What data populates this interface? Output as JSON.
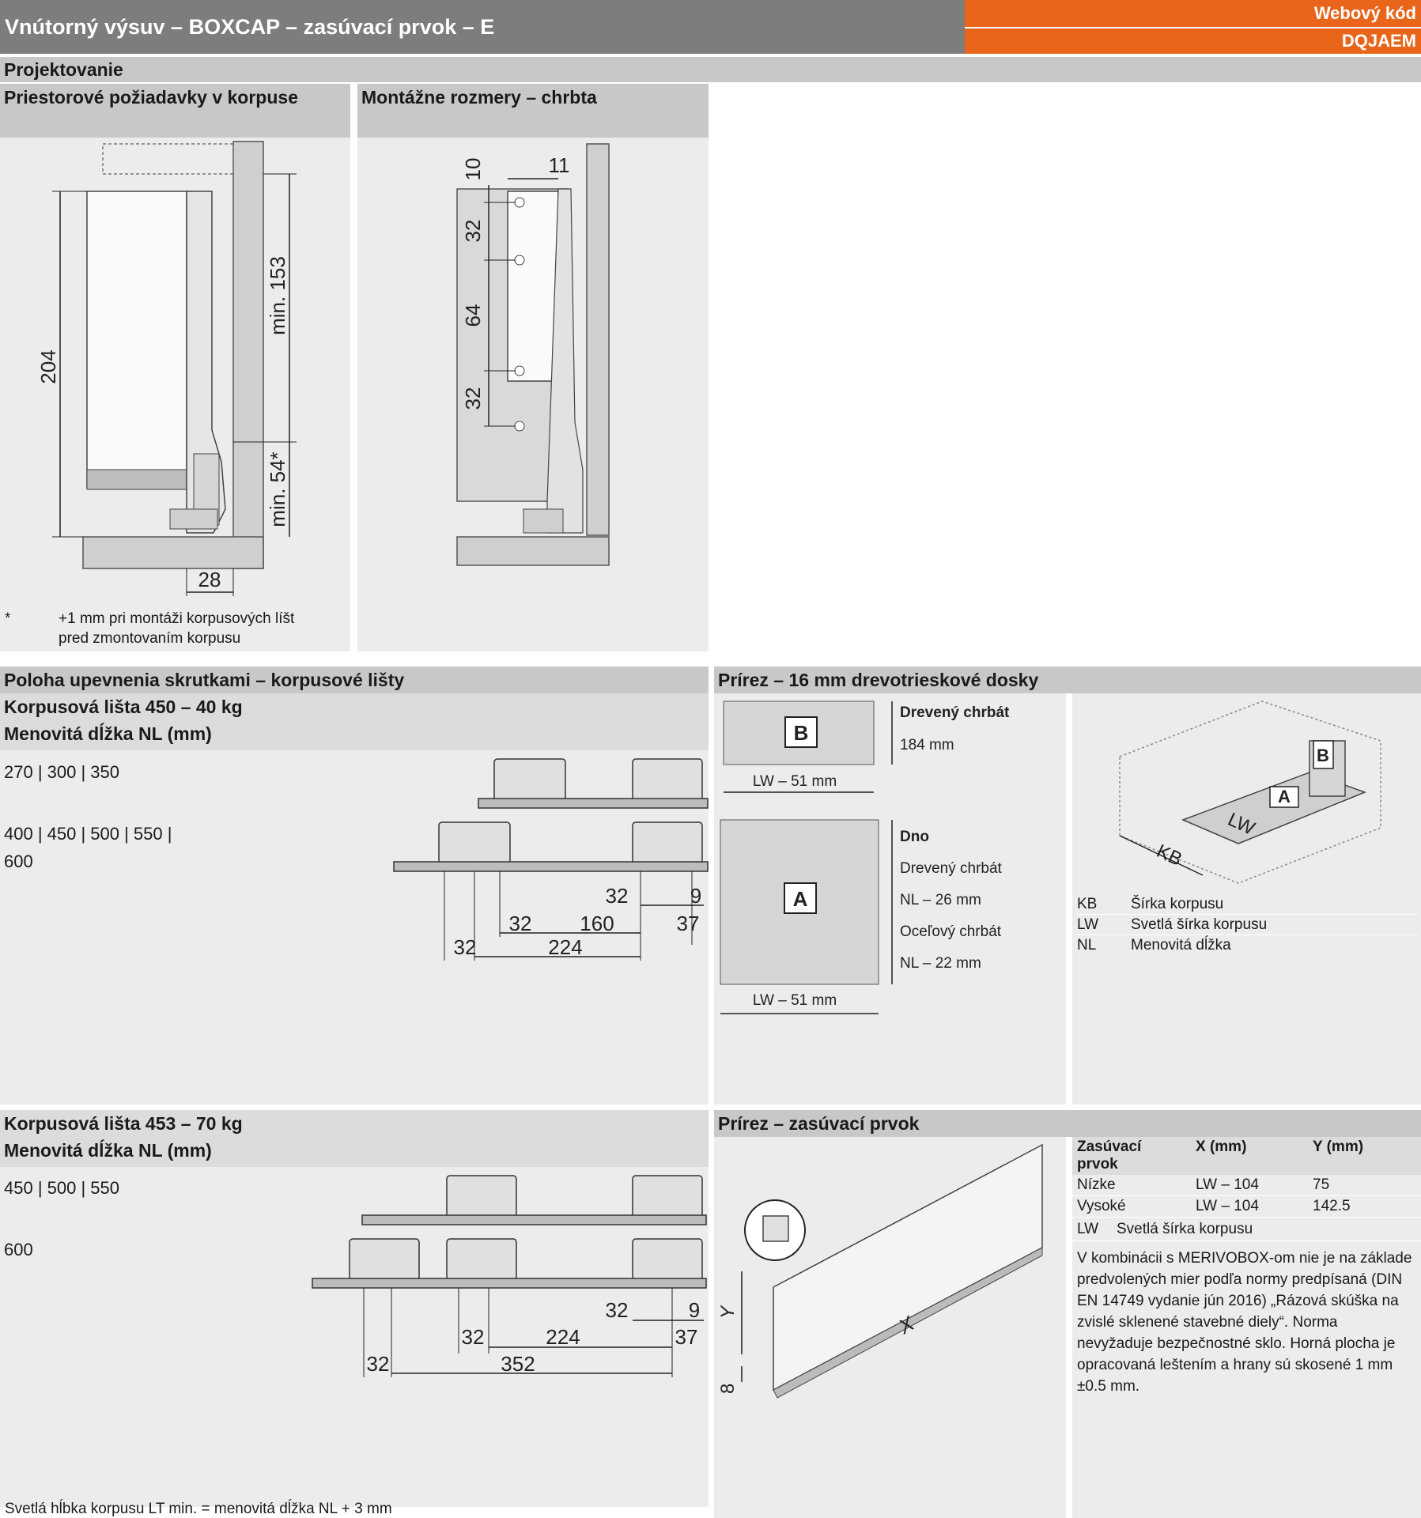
{
  "header": {
    "title": "Vnútorný výsuv – BOXCAP – zasúvací prvok – E",
    "webcode_label": "Webový kód",
    "webcode_value": "DQJAEM"
  },
  "projekt": {
    "section_title": "Projektovanie",
    "left_title": "Priestorové požiadavky v korpuse",
    "right_title": "Montážne rozmery – chrbta",
    "dims_left": [
      "204",
      "min. 153",
      "min. 54*",
      "28"
    ],
    "dims_right": [
      "10",
      "11",
      "32",
      "64",
      "32"
    ],
    "footnote_mark": "*",
    "footnote_line1": "+1 mm pri montáži korpusových líšt",
    "footnote_line2": "pred zmontovaním korpusu"
  },
  "poloha": {
    "section_title": "Poloha upevnenia skrutkami – korpusové lišty",
    "sub1_line1": "Korpusová lišta 450 – 40 kg",
    "sub1_line2": "Menovitá dĺžka NL (mm)",
    "row1": "270 | 300 | 350",
    "row2a": "400 | 450 | 500 | 550 |",
    "row2b": "600",
    "dims1": [
      "32",
      "9",
      "32",
      "160",
      "37",
      "32",
      "224"
    ],
    "sub2_line1": "Korpusová lišta 453 – 70 kg",
    "sub2_line2": "Menovitá dĺžka NL (mm)",
    "row3": "450 | 500 | 550",
    "row4": "600",
    "dims2": [
      "32",
      "9",
      "32",
      "224",
      "37",
      "32",
      "352"
    ],
    "footer": "Svetlá hĺbka korpusu LT min. = menovitá dĺžka NL + 3 mm"
  },
  "prirez1": {
    "section_title": "Prírez – 16 mm drevotrieskové dosky",
    "b_letter": "B",
    "b_width": "LW – 51 mm",
    "b_label": "Drevený chrbát",
    "b_height": "184 mm",
    "a_letter": "A",
    "a_width": "LW – 51 mm",
    "a_label": "Dno",
    "a_rows": [
      "Drevený chrbát",
      "NL – 26 mm",
      "Oceľový chrbát",
      "NL – 22 mm"
    ],
    "iso_labels": [
      "B",
      "A",
      "LW",
      "KB"
    ],
    "legend": [
      {
        "abbr": "KB",
        "text": "Šírka korpusu"
      },
      {
        "abbr": "LW",
        "text": "Svetlá šírka korpusu"
      },
      {
        "abbr": "NL",
        "text": "Menovitá dĺžka"
      }
    ]
  },
  "prirez2": {
    "section_title": "Prírez – zasúvací prvok",
    "table_headers": [
      "Zasúvací prvok",
      "X (mm)",
      "Y (mm)"
    ],
    "table_rows": [
      [
        "Nízke",
        "LW – 104",
        "75"
      ],
      [
        "Vysoké",
        "LW – 104",
        "142.5"
      ]
    ],
    "lw_abbr": "LW",
    "lw_text": "Svetlá šírka korpusu",
    "note": "V kombinácii s MERIVOBOX-om nie je na základe predvolených mier podľa normy predpísaná (DIN EN 14749 vydanie jún 2016) „Rázová skúška na zvislé sklenené stavebné diely“. Norma nevyžaduje bezpečnostné sklo. Horná plocha je opracovaná leštením a hrany sú skosené 1 mm ±0.5 mm.",
    "labels": [
      "Y",
      "X",
      "8"
    ]
  }
}
